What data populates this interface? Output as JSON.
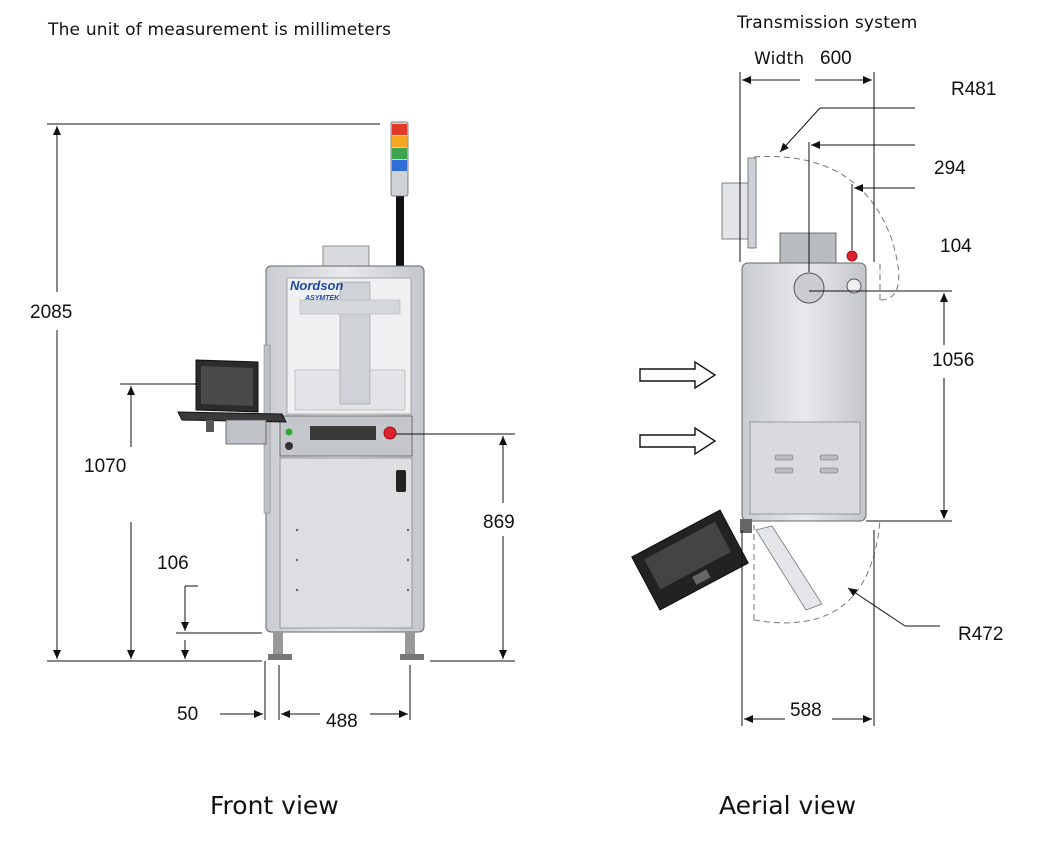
{
  "header": {
    "unit_note": "The unit of measurement is millimeters",
    "transmission_label": "Transmission system"
  },
  "front_view": {
    "caption": "Front view",
    "brand_name": "Nordson",
    "brand_sub": "ASYMTEK",
    "dimensions": {
      "total_height": "2085",
      "keyboard_tray_height": "1070",
      "foot_height": "106",
      "conveyor_height": "869",
      "foot_offset": "50",
      "foot_spacing": "488"
    }
  },
  "aerial_view": {
    "caption": "Aerial view",
    "dimensions": {
      "width_label": "Width",
      "width_value": "600",
      "door_radius_top": "R481",
      "offset_294": "294",
      "offset_104": "104",
      "depth": "1056",
      "door_radius_bottom": "R472",
      "base_width": "588"
    }
  },
  "colors": {
    "line": "#111111",
    "machine_frame": "#e6e7ea",
    "machine_panel": "#d6d8dc",
    "monitor": "#2b2b2b",
    "beacon": [
      "#e23a2a",
      "#f5a623",
      "#3fa34d",
      "#2f6fd6"
    ]
  }
}
